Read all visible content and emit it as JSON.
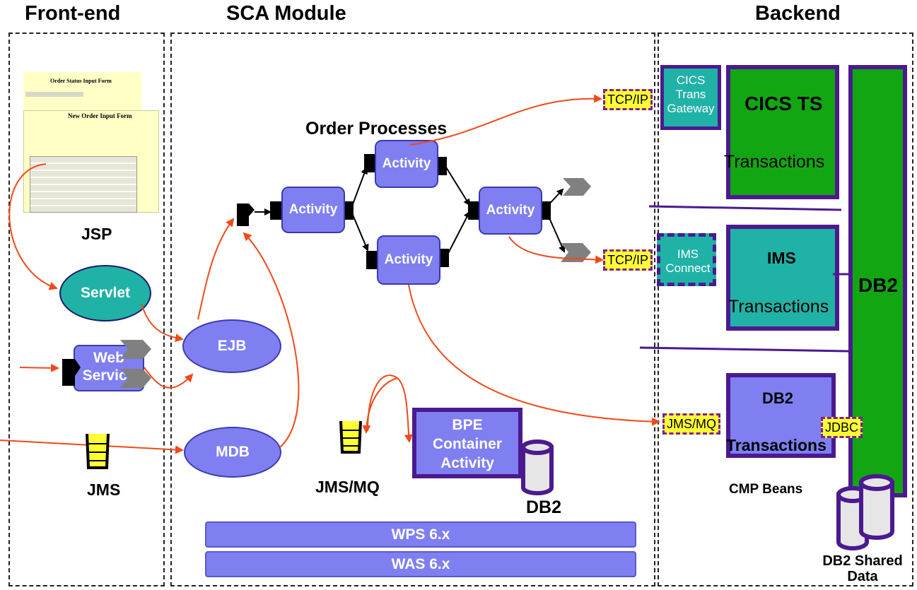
{
  "headers": {
    "frontend": "Front-end",
    "sca": "SCA Module",
    "backend": "Backend"
  },
  "frontend": {
    "form_order_status_title": "Order Status Input Form",
    "form_new_order_title": "New Order Input Form",
    "jsp_label": "JSP",
    "servlet_label": "Servlet",
    "web_service_label_1": "Web",
    "web_service_label_2": "Service",
    "jms_label": "JMS"
  },
  "sca": {
    "order_processes_label": "Order Processes",
    "activity_label": "Activity",
    "ejb_label": "EJB",
    "mdb_label": "MDB",
    "jmsmq_label": "JMS/MQ",
    "bpe_line1": "BPE",
    "bpe_line2": "Container",
    "bpe_line3": "Activity",
    "db2_label": "DB2",
    "wps_label": "WPS 6.x",
    "was_label": "WAS 6.x"
  },
  "backend": {
    "tcpip_label": "TCP/IP",
    "cics_gateway_line1": "CICS",
    "cics_gateway_line2": "Trans",
    "cics_gateway_line3": "Gateway",
    "cics_ts_label": "CICS TS",
    "cics_transactions_label": "Transactions",
    "ims_connect_line1": "IMS",
    "ims_connect_line2": "Connect",
    "ims_label": "IMS",
    "ims_transactions_label": "Transactions",
    "db2_column_label": "DB2",
    "jmsmq_tag_label": "JMS/MQ",
    "db2_box_label": "DB2",
    "db2_transactions_label": "Transactions",
    "jdbc_label": "JDBC",
    "cmp_beans_label": "CMP Beans",
    "shared_data_line1": "DB2 Shared",
    "shared_data_line2": "Data"
  },
  "colors": {
    "activity_fill": "#7f7ff2",
    "servlet_fill": "#20b2a6",
    "db2_green": "#13a613",
    "frame_purple": "#4b1a8f",
    "tag_yellow": "#ffff33",
    "arrow_orange": "#f04a1a"
  }
}
